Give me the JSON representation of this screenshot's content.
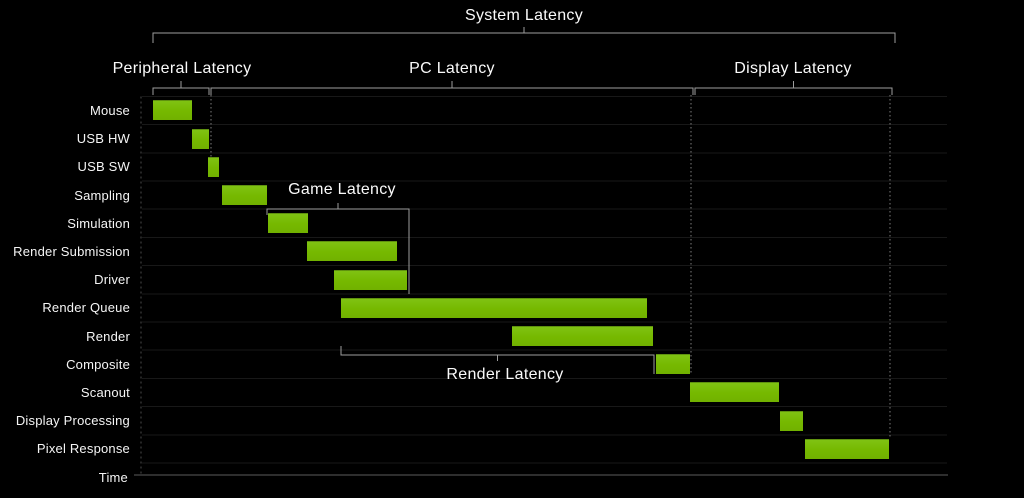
{
  "title": "System Latency",
  "time_axis_label": "Time",
  "sections": [
    {
      "id": "peripheral",
      "label": "Peripheral Latency",
      "start": 11,
      "end": 67
    },
    {
      "id": "pc",
      "label": "PC Latency",
      "start": 69,
      "end": 551
    },
    {
      "id": "display",
      "label": "Display Latency",
      "start": 553,
      "end": 750
    }
  ],
  "system_bracket": {
    "label": "System Latency",
    "start": 11,
    "end": 753
  },
  "sub_brackets": [
    {
      "id": "game",
      "label": "Game Latency",
      "start": 125,
      "end": 267,
      "attach": "top",
      "top_row": 4,
      "bottom_row": 6
    },
    {
      "id": "render",
      "label": "Render Latency",
      "start": 199,
      "end": 512,
      "attach": "bottom",
      "top_row": 8,
      "bottom_row": 9
    }
  ],
  "colors": {
    "background": "#000000",
    "bar_green": "#76b900",
    "text": "#f2f2f2",
    "bracket_line": "#9e9e9e",
    "dashed_region_line": "#7d7d7d",
    "grid_line": "#181818",
    "y_axis_line": "#4a4a4a",
    "time_axis_line": "#5d5d5d"
  },
  "chart_data": {
    "type": "bar",
    "variant": "gantt-waterfall",
    "title": "System Latency",
    "xlabel": "Time",
    "ylabel": "",
    "units": "relative time (arbitrary units, no numeric axis shown)",
    "legend": "none",
    "grid": "faint horizontal row separators",
    "rows": [
      {
        "label": "Mouse",
        "start": 11,
        "end": 50
      },
      {
        "label": "USB HW",
        "start": 50,
        "end": 67
      },
      {
        "label": "USB SW",
        "start": 66,
        "end": 77
      },
      {
        "label": "Sampling",
        "start": 80,
        "end": 125
      },
      {
        "label": "Simulation",
        "start": 126,
        "end": 166
      },
      {
        "label": "Render Submission",
        "start": 165,
        "end": 255
      },
      {
        "label": "Driver",
        "start": 192,
        "end": 265
      },
      {
        "label": "Render Queue",
        "start": 199,
        "end": 505
      },
      {
        "label": "Render",
        "start": 370,
        "end": 511
      },
      {
        "label": "Composite",
        "start": 514,
        "end": 548
      },
      {
        "label": "Scanout",
        "start": 548,
        "end": 637
      },
      {
        "label": "Display Processing",
        "start": 638,
        "end": 661
      },
      {
        "label": "Pixel Response",
        "start": 663,
        "end": 747
      }
    ],
    "groupings": [
      {
        "label": "System Latency",
        "covers": "Mouse through Pixel Response"
      },
      {
        "label": "Peripheral Latency",
        "covers": "Mouse, USB HW"
      },
      {
        "label": "PC Latency",
        "covers": "USB SW through Composite"
      },
      {
        "label": "Display Latency",
        "covers": "Scanout through Pixel Response"
      },
      {
        "label": "Game Latency",
        "covers": "Simulation, Render Submission, Driver"
      },
      {
        "label": "Render Latency",
        "covers": "Render Queue, Render"
      }
    ]
  }
}
